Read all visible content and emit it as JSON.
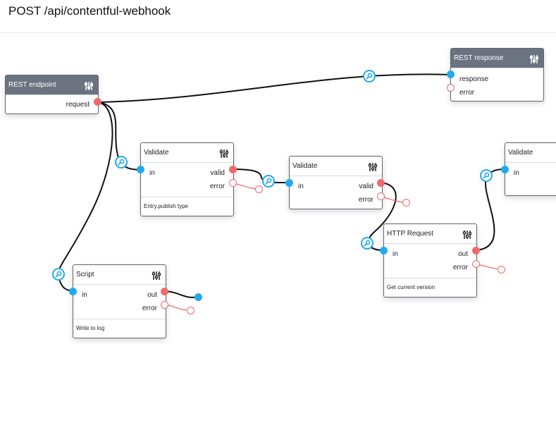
{
  "header": {
    "title": "POST /api/contentful-webhook"
  },
  "nodes": {
    "rest_endpoint": {
      "title": "REST endpoint",
      "out_port": "request"
    },
    "rest_response": {
      "title": "REST response",
      "in_port": "response",
      "err_port": "error"
    },
    "validate1": {
      "title": "Validate",
      "in_port": "in",
      "out_port": "valid",
      "err_port": "error",
      "description": "Entry.publish type"
    },
    "validate2": {
      "title": "Validate",
      "in_port": "in",
      "out_port": "valid",
      "err_port": "error"
    },
    "validate3": {
      "title": "Validate",
      "in_port": "in"
    },
    "http_request": {
      "title": "HTTP Request",
      "in_port": "in",
      "out_port": "out",
      "err_port": "error",
      "description": "Get current version"
    },
    "script": {
      "title": "Script",
      "in_port": "in",
      "out_port": "out",
      "err_port": "error",
      "description": "Write to log"
    }
  },
  "colors": {
    "input_port": "#22aaee",
    "output_port": "#ef6a6a",
    "dark_header": "#6b7380"
  },
  "icons": {
    "node_settings": "sliders-icon",
    "wire_inspect": "magnifier-icon"
  }
}
